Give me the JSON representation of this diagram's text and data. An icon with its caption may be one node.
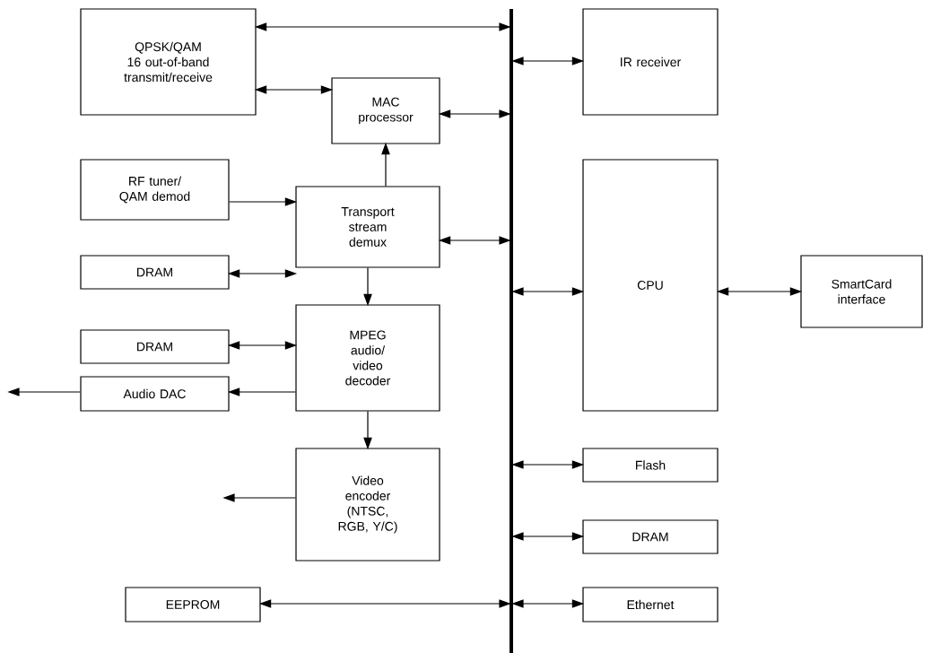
{
  "diagram": {
    "nodes": [
      {
        "text": [
          "QPSK/QAM 16 out-of-band transmit/receive"
        ]
      },
      {
        "text": [
          "IR receiver"
        ]
      },
      {
        "text": [
          "MAC processor"
        ]
      },
      {
        "text": [
          "RF tuner/ QAM demod"
        ]
      },
      {
        "text": [
          "Transport stream demux"
        ]
      },
      {
        "text": [
          "CPU"
        ]
      },
      {
        "text": [
          "SmartCard interface"
        ]
      },
      {
        "text": [
          "DRAM"
        ]
      },
      {
        "text": [
          "DRAM"
        ]
      },
      {
        "text": [
          "MPEG audio/ video decoder"
        ]
      },
      {
        "text": [
          "Audio DAC"
        ]
      },
      {
        "text": [
          "Video encoder (NTSC, RGB, Y/C)"
        ]
      },
      {
        "text": [
          "Flash"
        ]
      },
      {
        "text": [
          "DRAM"
        ]
      },
      {
        "text": [
          "EEPROM"
        ]
      },
      {
        "text": [
          "Ethernet"
        ]
      },
      {
        "text": [],
        "shape": "bar"
      }
    ],
    "edges": [
      {
        "from": 0,
        "to": 16,
        "arrow": "both"
      },
      {
        "from": 16,
        "to": 1,
        "arrow": "both"
      },
      {
        "from": 0,
        "to": 2,
        "arrow": "both"
      },
      {
        "from": 2,
        "to": 16,
        "arrow": "both"
      },
      {
        "from": 4,
        "to": 2,
        "arrow": "to"
      },
      {
        "from": 3,
        "to": 4,
        "arrow": "to"
      },
      {
        "from": 4,
        "to": 16,
        "arrow": "both"
      },
      {
        "from": 7,
        "to": 4,
        "arrow": "both"
      },
      {
        "from": 16,
        "to": 5,
        "arrow": "both"
      },
      {
        "from": 5,
        "to": 6,
        "arrow": "both"
      },
      {
        "from": 4,
        "to": 9,
        "arrow": "to"
      },
      {
        "from": 8,
        "to": 9,
        "arrow": "both"
      },
      {
        "from": 9,
        "to": 10,
        "arrow": "to"
      },
      {
        "from": 10,
        "to": null,
        "arrow": "to"
      },
      {
        "from": 9,
        "to": 11,
        "arrow": "to"
      },
      {
        "from": 11,
        "to": null,
        "arrow": "to"
      },
      {
        "from": 16,
        "to": 12,
        "arrow": "both"
      },
      {
        "from": 16,
        "to": 13,
        "arrow": "both"
      },
      {
        "from": 14,
        "to": 16,
        "arrow": "both"
      },
      {
        "from": 16,
        "to": 15,
        "arrow": "both"
      }
    ]
  }
}
